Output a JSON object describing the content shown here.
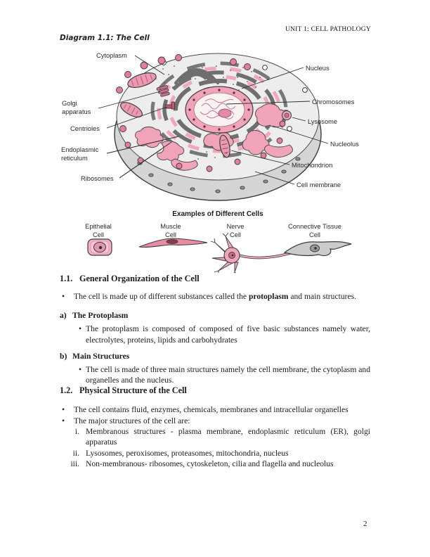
{
  "page": {
    "header": "UNIT 1: CELL PATHOLOGY",
    "number": "2",
    "bullet_char": "•"
  },
  "colors": {
    "pink": "#ef9fb6",
    "pink_dark": "#d9708f",
    "gray_rim": "#d5d5d5",
    "gray_surface": "#ededed",
    "organelle_gray": "#6f6f6f",
    "outline": "#3c3c3c"
  },
  "diagram": {
    "title": "Diagram 1.1: The Cell",
    "labels": {
      "cytoplasm": "Cytoplasm",
      "golgi1": "Golgi",
      "golgi2": "apparatus",
      "centrioles": "Centrioles",
      "er1": "Endoplasmic",
      "er2": "reticulum",
      "ribosomes": "Ribosomes",
      "nucleus": "Nucleus",
      "chromosomes": "Chromosomes",
      "lysosome": "Lysosome",
      "nucleolus": "Nucleolus",
      "mitochondrion": "Mitochondrion",
      "cell_membrane": "Cell membrane"
    },
    "examples": {
      "heading": "Examples of Different Cells",
      "cells": [
        {
          "line1": "Epithelial",
          "line2": "Cell"
        },
        {
          "line1": "Muscle",
          "line2": "Cell"
        },
        {
          "line1": "Nerve",
          "line2": "Cell"
        },
        {
          "line1": "Connective Tissue",
          "line2": "Cell"
        }
      ]
    }
  },
  "sections": {
    "s11": {
      "number": "1.1.",
      "title": "General Organization of the Cell",
      "bullet": {
        "pre": "The cell is made up of different substances called the ",
        "bold": "protoplasm",
        "post": " and main structures."
      },
      "sub_a": {
        "marker": "a)",
        "title": "The Protoplasm",
        "bullet": "The protoplasm is composed of composed of five basic substances namely water, electrolytes, proteins, lipids and carbohydrates"
      },
      "sub_b": {
        "marker": "b)",
        "title": "Main Structures",
        "bullet": "The cell is made of three main structures namely the cell membrane, the cytoplasm and organelles and the nucleus."
      }
    },
    "s12": {
      "number": "1.2.",
      "title": "Physical Structure of the Cell",
      "bullets": [
        "The cell contains fluid, enzymes, chemicals, membranes and intracellular organelles",
        "The major structures of the cell are:"
      ],
      "roman": [
        {
          "num": "i.",
          "text": "Membranous structures - plasma membrane, endoplasmic reticulum (ER), golgi apparatus"
        },
        {
          "num": "ii.",
          "text": "Lysosomes, peroxisomes, proteasomes, mitochondria, nucleus"
        },
        {
          "num": "iii.",
          "text": "Non-membranous- ribosomes, cytoskeleton, cilia and flagella and nucleolus"
        }
      ]
    }
  }
}
